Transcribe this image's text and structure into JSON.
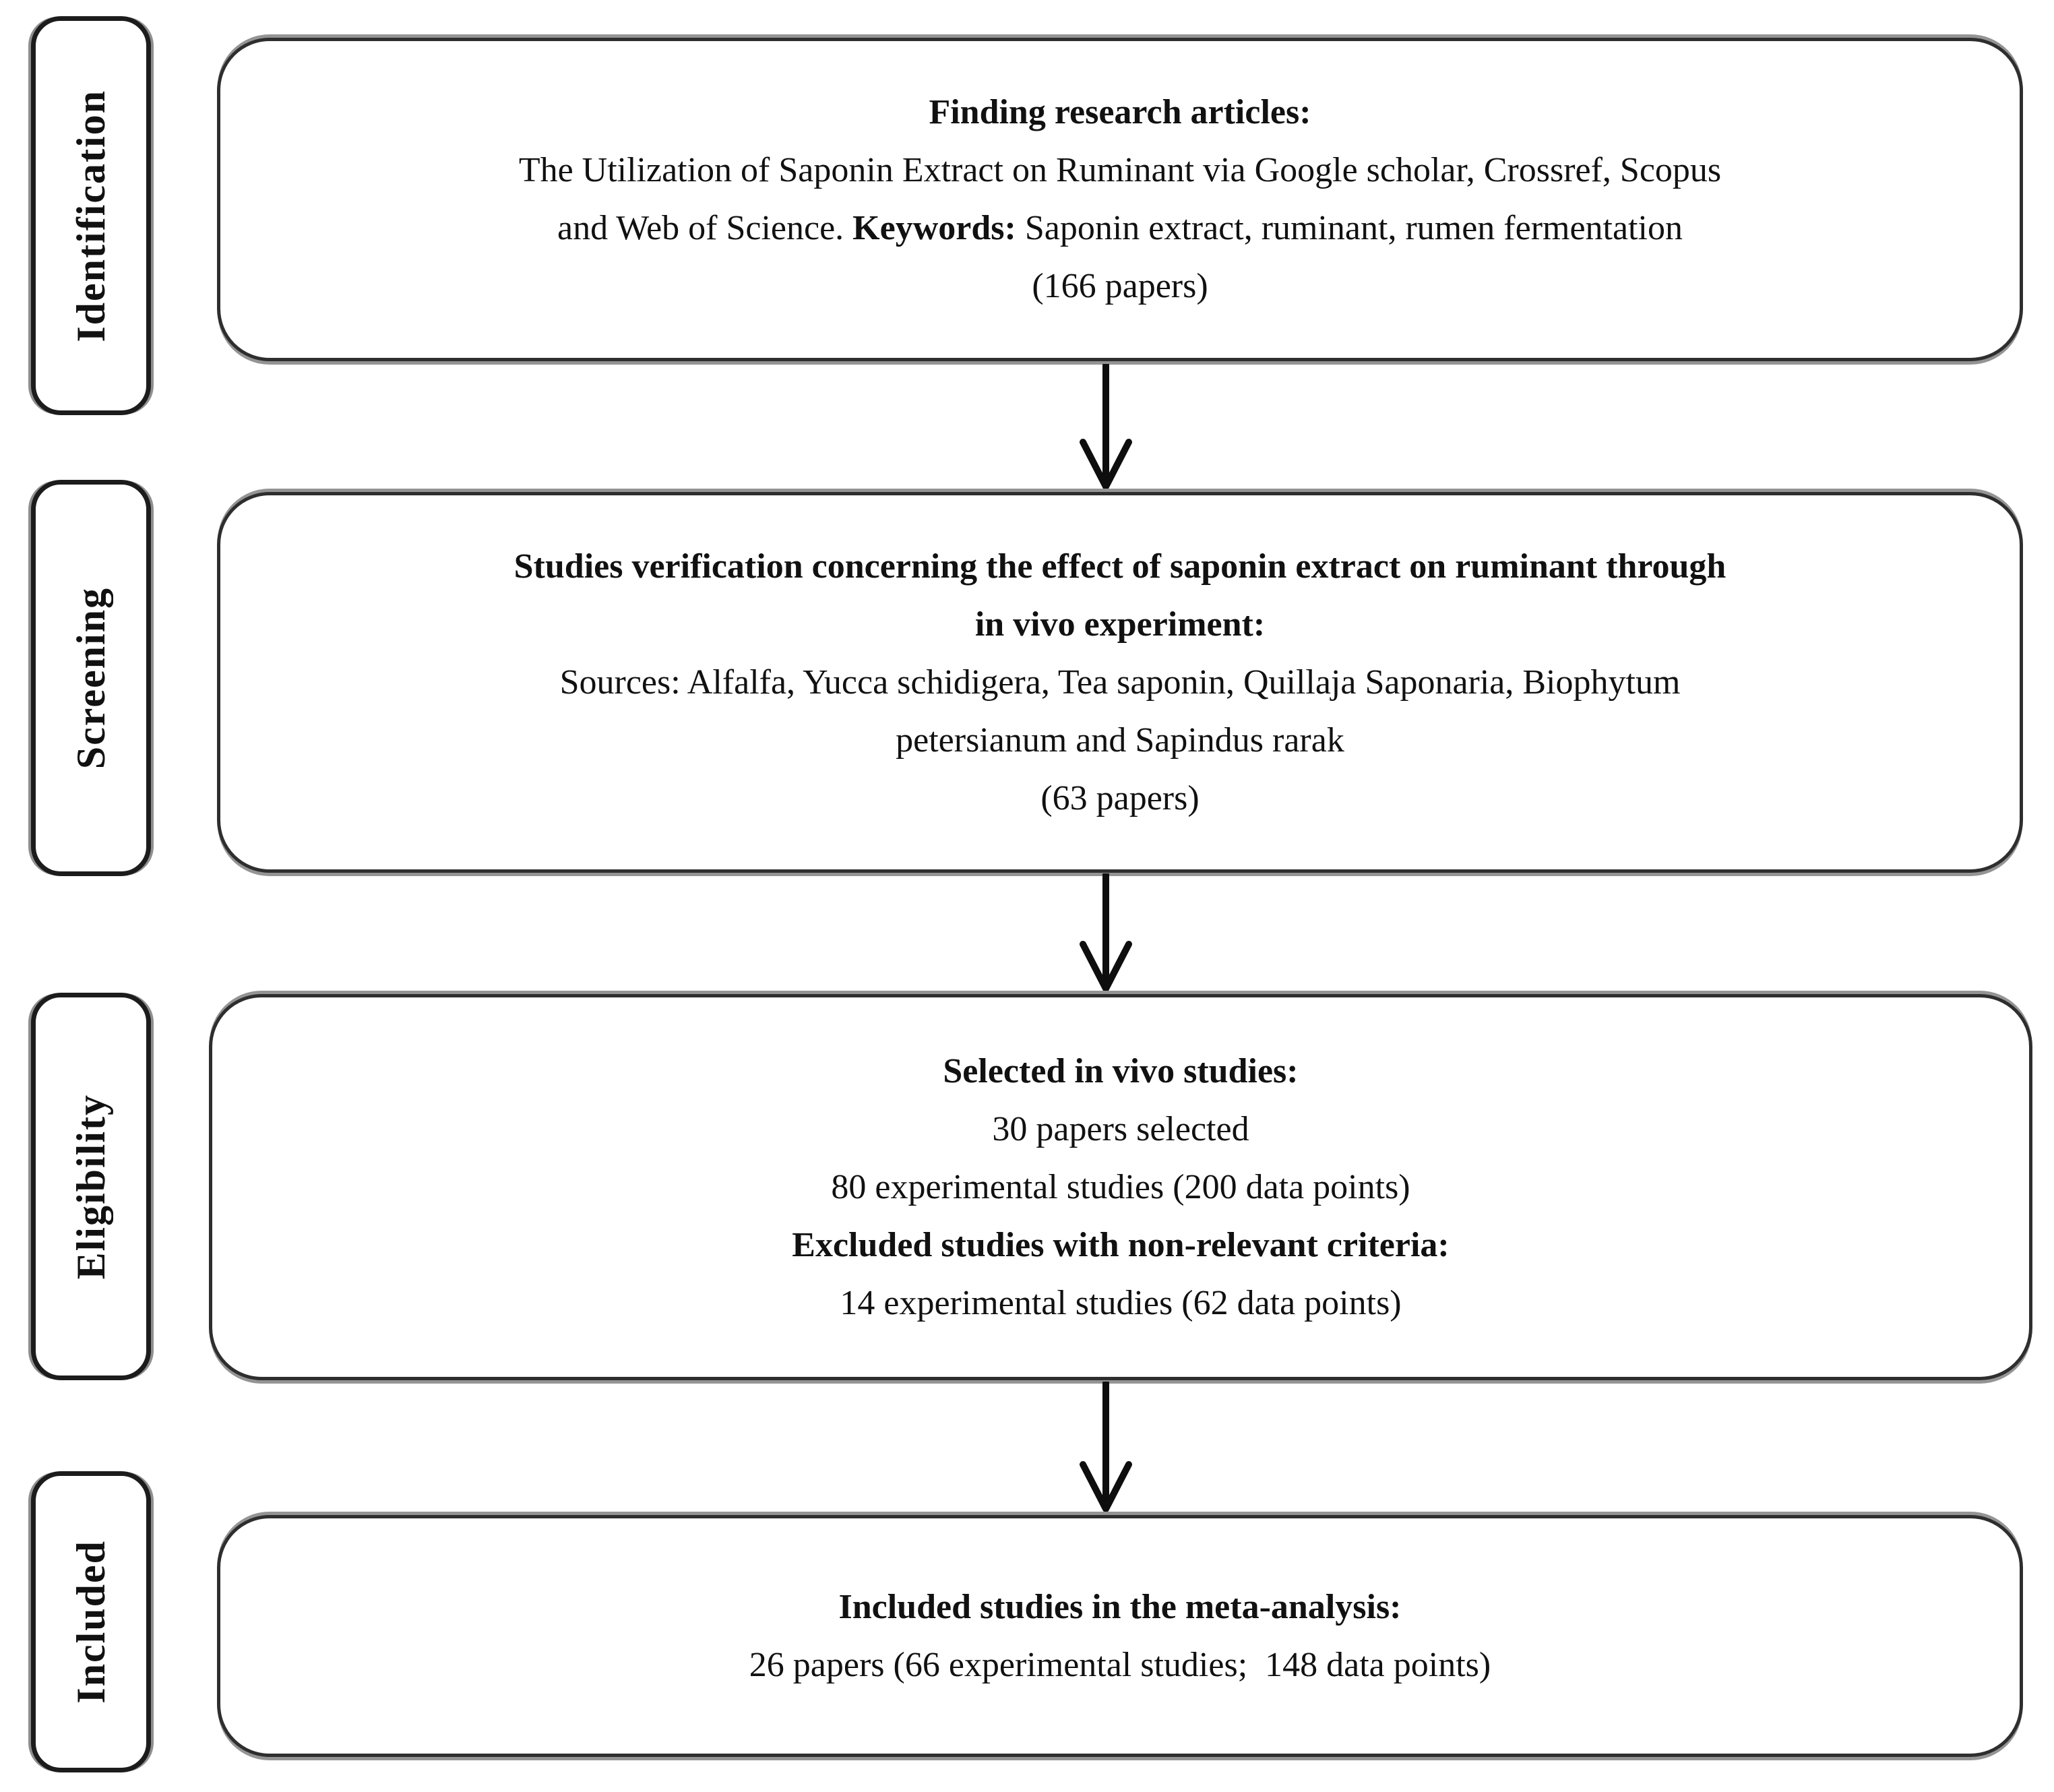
{
  "sidebar": {
    "items": [
      {
        "label": "Identification"
      },
      {
        "label": "Screening"
      },
      {
        "label": "Eligibility"
      },
      {
        "label": "Included"
      }
    ]
  },
  "flow": {
    "finding": {
      "title": "Finding research articles:",
      "line2": "The Utilization of Saponin Extract on Ruminant via Google scholar, Crossref, Scopus",
      "line3_pre": "and Web of Science. ",
      "line3_keywords_label": "Keywords:",
      "line3_post": " Saponin extract, ruminant, rumen fermentation",
      "count": "(166 papers)"
    },
    "screening": {
      "title_line1": "Studies verification concerning the effect of saponin extract on ruminant through",
      "title_line2": "in vivo experiment:",
      "sources_line1": "Sources: Alfalfa, Yucca schidigera, Tea saponin, Quillaja Saponaria, Biophytum",
      "sources_line2": "petersianum and Sapindus rarak",
      "count": "(63 papers)"
    },
    "eligibility": {
      "title": "Selected in vivo studies:",
      "selected_line1": "30 papers selected",
      "selected_line2": "80 experimental studies (200 data points)",
      "excluded_title": "Excluded studies with non-relevant criteria:",
      "excluded_line": "14 experimental studies (62 data points)"
    },
    "included": {
      "title": "Included studies in the meta-analysis:",
      "line": "26 papers (66 experimental studies;  148 data points)"
    }
  }
}
